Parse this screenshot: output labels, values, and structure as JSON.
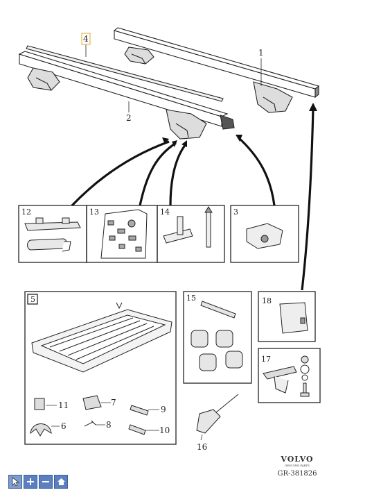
{
  "callouts": {
    "c1": "1",
    "c2": "2",
    "c4": "4",
    "c6": "6",
    "c7": "7",
    "c8": "8",
    "c9": "9",
    "c10": "10",
    "c11": "11",
    "c16": "16"
  },
  "boxes": {
    "b12": "12",
    "b13": "13",
    "b14": "14",
    "b3": "3",
    "b5": "5",
    "b15": "15",
    "b18": "18",
    "b17": "17"
  },
  "brand": {
    "logo": "VOLVO",
    "tagline": "GENUINE PARTS",
    "ref": "GR-381826"
  },
  "toolbar": {
    "buttons": [
      {
        "icon": "pointer-icon",
        "active": true
      },
      {
        "icon": "zoom-in-icon"
      },
      {
        "icon": "zoom-out-icon"
      },
      {
        "icon": "home-icon"
      }
    ]
  },
  "colors": {
    "toolbar_bg": "#5b7fbf",
    "highlight": "#e6b84a"
  }
}
